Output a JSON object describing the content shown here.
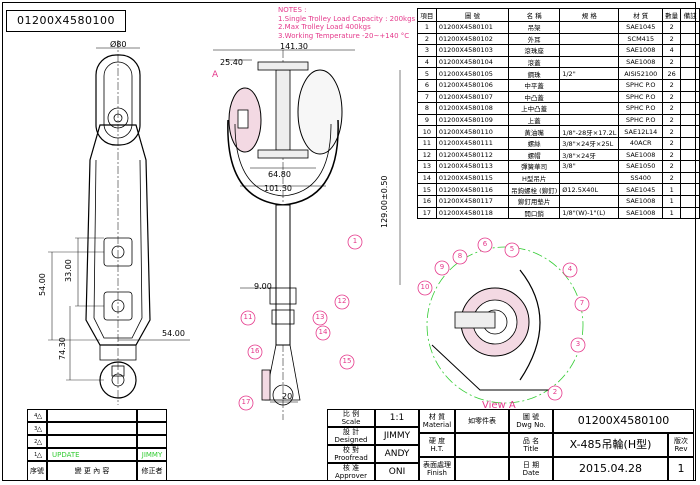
{
  "drawing_no": "01200X4580100",
  "notes": {
    "header": "NOTES :",
    "lines": [
      "1.Single Trolley Load Capacity : 200kgs",
      "2.Max Trolley Load  400kgs",
      "3.Working Temperature -20~+140 °C"
    ]
  },
  "parts_table": {
    "headers": [
      "項目",
      "圖 號",
      "名 稱",
      "規 格",
      "材 質",
      "數量",
      "備註"
    ],
    "rows": [
      [
        "1",
        "01200X4580101",
        "吊架",
        "",
        "SAE1045",
        "2",
        ""
      ],
      [
        "2",
        "01200X4580102",
        "外耳",
        "",
        "SCM415",
        "2",
        ""
      ],
      [
        "3",
        "01200X4580103",
        "滾珠座",
        "",
        "SAE1008",
        "4",
        ""
      ],
      [
        "4",
        "01200X4580104",
        "滾蓋",
        "",
        "SAE1008",
        "2",
        ""
      ],
      [
        "5",
        "01200X4580105",
        "鋼珠",
        "1/2\"",
        "AISI52100",
        "26",
        ""
      ],
      [
        "6",
        "01200X4580106",
        "中平蓋",
        "",
        "SPHC P.O",
        "2",
        ""
      ],
      [
        "7",
        "01200X4580107",
        "中凸蓋",
        "",
        "SPHC P.O",
        "2",
        ""
      ],
      [
        "8",
        "01200X4580108",
        "上中凸蓋",
        "",
        "SPHC P.O",
        "2",
        ""
      ],
      [
        "9",
        "01200X4580109",
        "上蓋",
        "",
        "SPHC P.O",
        "2",
        ""
      ],
      [
        "10",
        "01200X4580110",
        "黃油嘴",
        "1/8\"-28牙×17.2L",
        "SAE12L14",
        "2",
        ""
      ],
      [
        "11",
        "01200X4580111",
        "螺絲",
        "3/8\"×24牙×25L",
        "40ACR",
        "2",
        ""
      ],
      [
        "12",
        "01200X4580112",
        "螺帽",
        "3/8\"×24牙",
        "SAE1008",
        "2",
        ""
      ],
      [
        "13",
        "01200X4580113",
        "彈簧華司",
        "3/8\"",
        "SAE1050",
        "2",
        ""
      ],
      [
        "14",
        "01200X4580115",
        "H型吊片",
        "",
        "SS400",
        "2",
        ""
      ],
      [
        "15",
        "01200X4580116",
        "吊鉤螺栓 (鉚釘)",
        "Ø12.5X40L",
        "SAE1045",
        "1",
        ""
      ],
      [
        "16",
        "01200X4580117",
        "鉚釘用墊片",
        "",
        "SAE1008",
        "1",
        ""
      ],
      [
        "17",
        "01200X4580118",
        "開口銷",
        "1/8\"(W)-1\"(L)",
        "SAE1008",
        "1",
        ""
      ]
    ]
  },
  "dimensions": {
    "d_phi80": "Ø80",
    "d_141_30": "141.30",
    "d_25_40": "25.40",
    "d_64_80": "64.80",
    "d_101_30": "101.30",
    "d_129": "129.00±0.50",
    "d_33": "33.00",
    "d_54": "54.00",
    "d_54b": "54.00",
    "d_74_30": "74.30",
    "d_9": "9.00",
    "d_20": "20"
  },
  "view_labels": {
    "section_mark": "A",
    "view_a": "View A"
  },
  "balloons_side": [
    "1",
    "11",
    "12",
    "13",
    "14",
    "15",
    "16",
    "17"
  ],
  "balloons_view": [
    "9",
    "8",
    "6",
    "5",
    "4",
    "3",
    "2",
    "7",
    "10"
  ],
  "revision": {
    "symbols": [
      "4",
      "3",
      "2",
      "1"
    ],
    "update_label": "UPDATE",
    "update_by": "JIMMY",
    "header_no": "序號",
    "header_content": "變 更 內 容",
    "header_reviser": "修正者"
  },
  "title_block": {
    "scale_label": "比 例",
    "scale_label_en": "Scale",
    "scale_value": "1:1",
    "designed_label": "設 計",
    "designed_label_en": "Designed",
    "designed_value": "JIMMY",
    "proofread_label": "校 對",
    "proofread_label_en": "Proofread",
    "proofread_value": "ANDY",
    "approver_label": "核 准",
    "approver_label_en": "Approver",
    "approver_value": "ONI",
    "material_label": "材 質",
    "material_label_en": "Material",
    "material_value": "如零件表",
    "ht_label": "硬 度",
    "ht_label_en": "H.T.",
    "finish_label": "表面處理",
    "finish_label_en": "Finish",
    "dwgno_label": "圖 號",
    "dwgno_label_en": "Dwg No.",
    "dwgno_value": "01200X4580100",
    "title_label": "品 名",
    "title_label_en": "Title",
    "title_value": "X-485吊輪(H型)",
    "rev_label": "版次",
    "rev_label_en": "Rev",
    "date_label": "日 期",
    "date_label_en": "Date",
    "date_value": "2015.04.28",
    "rev_value": "1"
  }
}
